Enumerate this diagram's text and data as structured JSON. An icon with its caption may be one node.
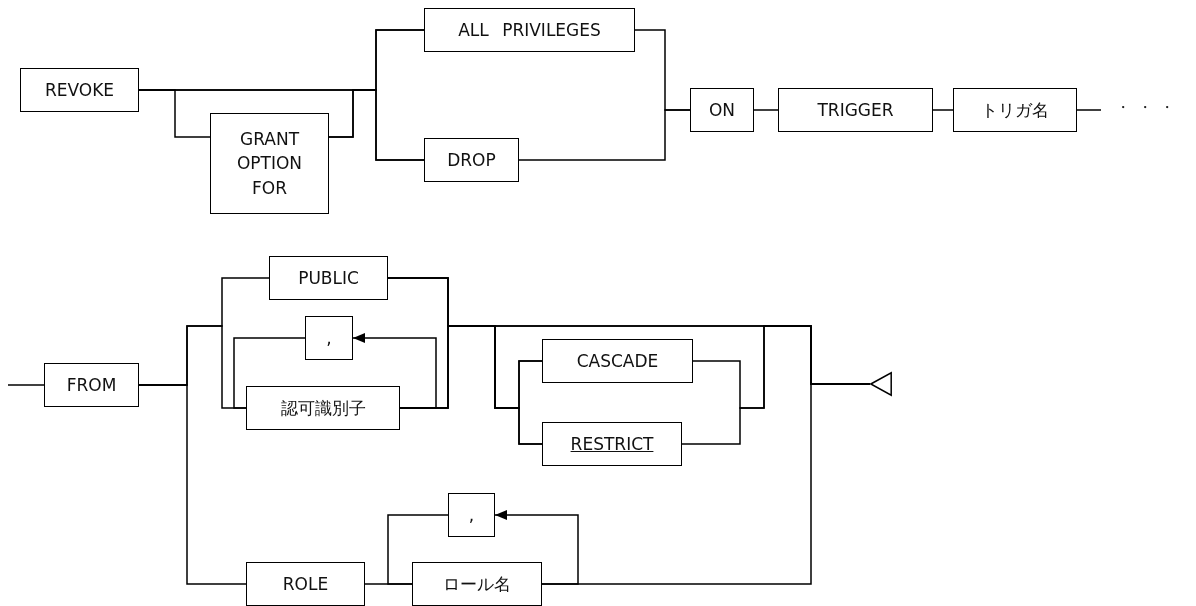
{
  "diagram": {
    "nodes": [
      {
        "text": [
          "REVOKE"
        ]
      },
      {
        "text": [
          "GRANT OPTION FOR"
        ]
      },
      {
        "text": [
          "ALL PRIVILEGES"
        ]
      },
      {
        "text": [
          "DROP"
        ]
      },
      {
        "text": [
          "ON"
        ]
      },
      {
        "text": [
          "TRIGGER"
        ]
      },
      {
        "text": [
          "トリガ名"
        ]
      },
      {
        "text": [
          "FROM"
        ]
      },
      {
        "text": [
          "PUBLIC"
        ]
      },
      {
        "text": [
          ","
        ]
      },
      {
        "text": [
          "認可識別子"
        ]
      },
      {
        "text": [
          "CASCADE"
        ]
      },
      {
        "text": [
          "RESTRICT"
        ]
      },
      {
        "text": [
          "ROLE"
        ]
      },
      {
        "text": [
          ","
        ]
      },
      {
        "text": [
          "ロール名"
        ]
      },
      {
        "text": [],
        "shape": "triangle"
      }
    ],
    "edges": [
      {
        "from": 0,
        "to": 1,
        "arrow": "none"
      },
      {
        "from": 0,
        "to": 2,
        "arrow": "none"
      },
      {
        "from": 0,
        "to": 3,
        "arrow": "none"
      },
      {
        "from": 1,
        "to": 2,
        "arrow": "none"
      },
      {
        "from": 1,
        "to": 3,
        "arrow": "none"
      },
      {
        "from": 2,
        "to": 4,
        "arrow": "none"
      },
      {
        "from": 3,
        "to": 4,
        "arrow": "none"
      },
      {
        "from": 4,
        "to": 5,
        "arrow": "none"
      },
      {
        "from": 5,
        "to": 6,
        "arrow": "none"
      },
      {
        "from": 6,
        "to": null,
        "arrow": "none"
      },
      {
        "from": null,
        "to": 7,
        "arrow": "none"
      },
      {
        "from": 7,
        "to": 8,
        "arrow": "none"
      },
      {
        "from": 7,
        "to": 10,
        "arrow": "none"
      },
      {
        "from": 7,
        "to": 13,
        "arrow": "none"
      },
      {
        "from": 10,
        "to": 9,
        "arrow": "to"
      },
      {
        "from": 9,
        "to": 10,
        "arrow": "none"
      },
      {
        "from": 8,
        "to": 11,
        "arrow": "none"
      },
      {
        "from": 8,
        "to": 12,
        "arrow": "none"
      },
      {
        "from": 8,
        "to": 16,
        "arrow": "none"
      },
      {
        "from": 10,
        "to": 11,
        "arrow": "none"
      },
      {
        "from": 10,
        "to": 12,
        "arrow": "none"
      },
      {
        "from": 10,
        "to": 16,
        "arrow": "none"
      },
      {
        "from": 11,
        "to": 16,
        "arrow": "none"
      },
      {
        "from": 12,
        "to": 16,
        "arrow": "none"
      },
      {
        "from": 13,
        "to": 15,
        "arrow": "none"
      },
      {
        "from": 15,
        "to": 14,
        "arrow": "to"
      },
      {
        "from": 14,
        "to": 15,
        "arrow": "none"
      },
      {
        "from": 15,
        "to": 16,
        "arrow": "none"
      }
    ],
    "labels": [
      "・・・"
    ]
  }
}
